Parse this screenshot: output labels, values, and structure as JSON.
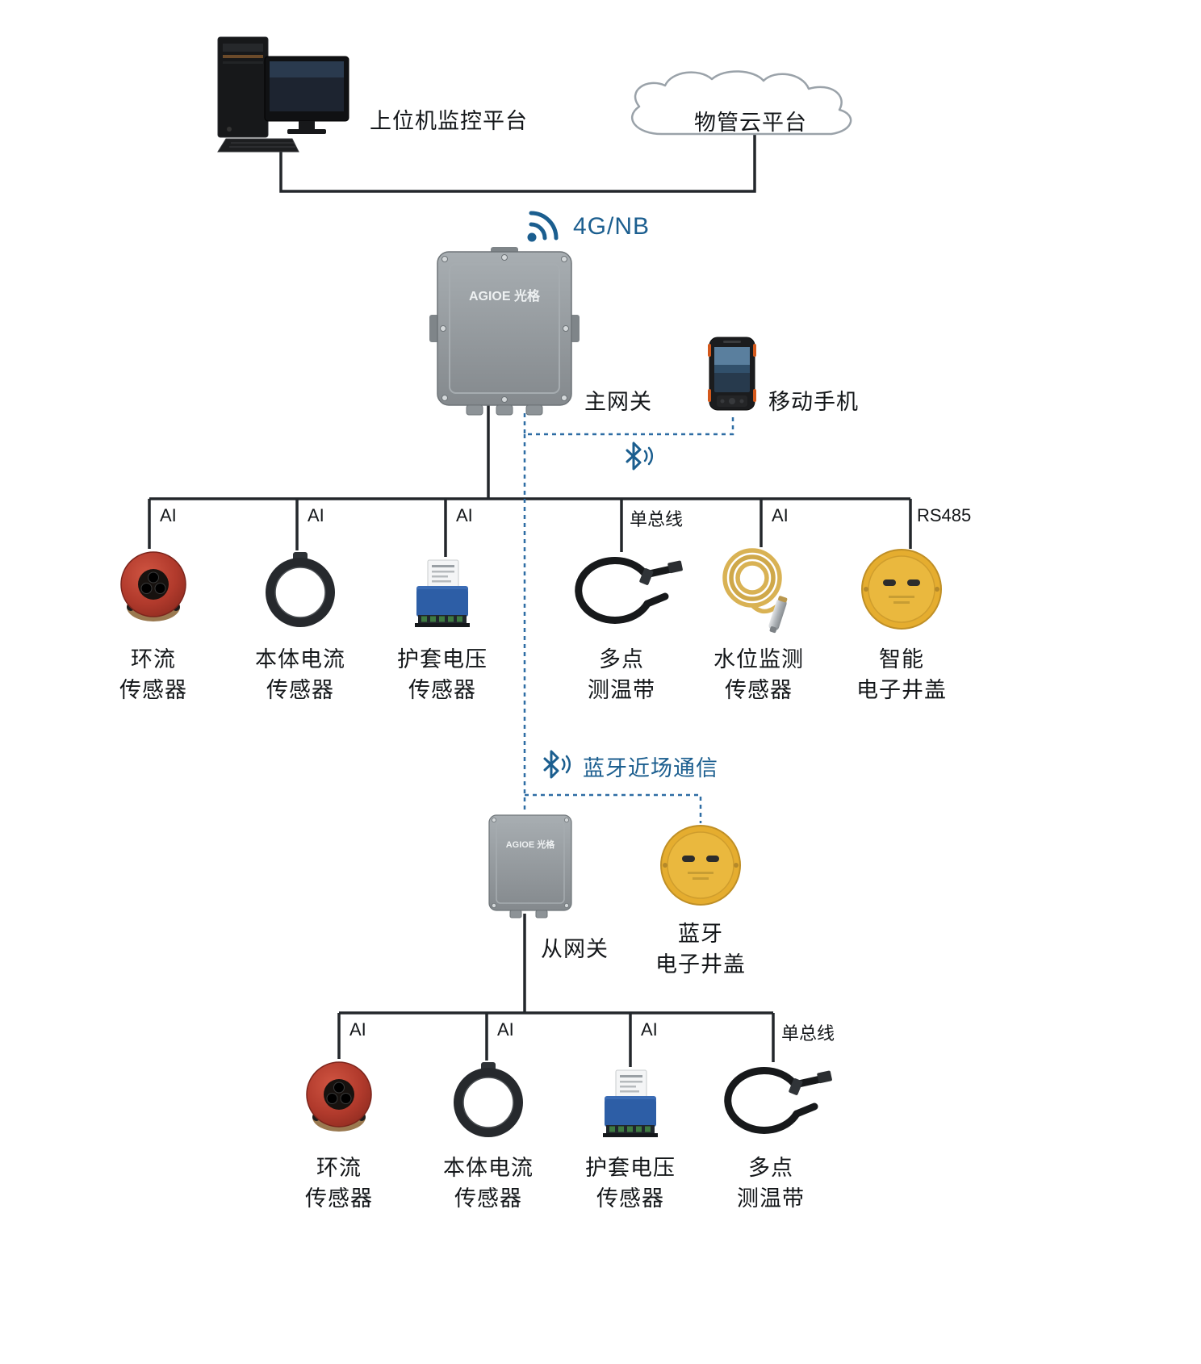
{
  "colors": {
    "line": "#23272b",
    "accent_blue": "#1b5e8f",
    "dotted_blue": "#2e6da4",
    "gateway_gray": "#8a9094",
    "disc_yellow": "#e5ad2f",
    "sensor_red": "#b13a2c",
    "module_blue": "#2d5ea6"
  },
  "platforms": {
    "host": {
      "label": "上位机监控平台"
    },
    "cloud": {
      "label": "物管云平台"
    }
  },
  "links": {
    "wireless": {
      "label": "4G/NB"
    },
    "bluetooth_near_field": {
      "label": "蓝牙近场通信"
    }
  },
  "gateways": {
    "main": {
      "label": "主网关",
      "brand": "AGIOE 光格"
    },
    "slave": {
      "label": "从网关",
      "brand": "AGIOE 光格"
    }
  },
  "phone": {
    "label": "移动手机"
  },
  "bluetooth_cover": {
    "line1": "蓝牙",
    "line2": "电子井盖"
  },
  "main_bus": {
    "branches": [
      {
        "port": "AI",
        "line1": "环流",
        "line2": "传感器"
      },
      {
        "port": "AI",
        "line1": "本体电流",
        "line2": "传感器"
      },
      {
        "port": "AI",
        "line1": "护套电压",
        "line2": "传感器"
      },
      {
        "port": "单总线",
        "line1": "多点",
        "line2": "测温带"
      },
      {
        "port": "AI",
        "line1": "水位监测",
        "line2": "传感器"
      },
      {
        "port": "RS485",
        "line1": "智能",
        "line2": "电子井盖"
      }
    ]
  },
  "slave_bus": {
    "branches": [
      {
        "port": "AI",
        "line1": "环流",
        "line2": "传感器"
      },
      {
        "port": "AI",
        "line1": "本体电流",
        "line2": "传感器"
      },
      {
        "port": "AI",
        "line1": "护套电压",
        "line2": "传感器"
      },
      {
        "port": "单总线",
        "line1": "多点",
        "line2": "测温带"
      }
    ]
  }
}
